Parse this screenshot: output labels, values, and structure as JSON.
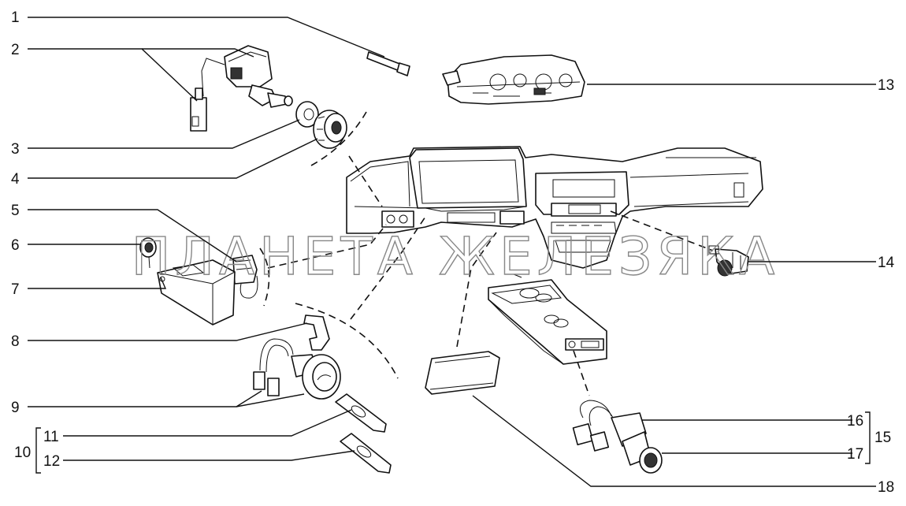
{
  "watermark": "ПЛАНЕТА ЖЕЛЕЗЯКА",
  "callouts": {
    "c1": "1",
    "c2": "2",
    "c3": "3",
    "c4": "4",
    "c5": "5",
    "c6": "6",
    "c7": "7",
    "c8": "8",
    "c9": "9",
    "c10": "10",
    "c11": "11",
    "c12": "12",
    "c13": "13",
    "c14": "14",
    "c15": "15",
    "c16": "16",
    "c17": "17",
    "c18": "18"
  },
  "icons": {
    "part_1": "bulb-socket-icon",
    "part_2": "switch-with-connector-icon",
    "part_3": "nut-icon",
    "part_4": "knob-icon",
    "part_5": "connector-block-icon",
    "part_6": "grommet-icon",
    "part_7": "control-unit-icon",
    "part_8": "clip-icon",
    "part_9": "switch-with-wiring-icon",
    "part_11": "key-tag-icon",
    "part_12": "key-tag-icon",
    "part_13": "instrument-cluster-icon",
    "part_14": "rear-switch-icon",
    "part_15": "cigarette-lighter-assembly-icon",
    "part_18": "cover-plate-icon",
    "dashboard": "dashboard-panel-icon",
    "console": "center-console-icon"
  }
}
